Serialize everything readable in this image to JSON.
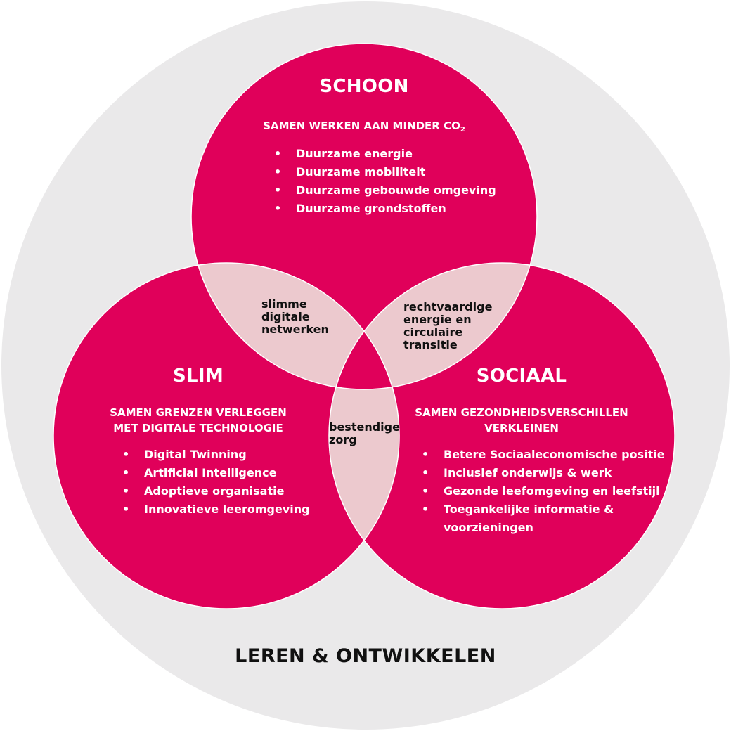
{
  "colors": {
    "outer_circle": "#eae9ea",
    "main_circle": "#e0005a",
    "overlap": "#ecc9ce",
    "stroke": "#ffffff"
  },
  "outer_label": "LEREN & ONTWIKKELEN",
  "schoon": {
    "title": "SCHOON",
    "subtitle": "SAMEN WERKEN AAN MINDER CO",
    "subtitle_sub": "2",
    "items": [
      "Duurzame energie",
      "Duurzame mobiliteit",
      "Duurzame gebouwde omgeving",
      "Duurzame grondstoffen"
    ]
  },
  "slim": {
    "title": "SLIM",
    "subtitle_lines": [
      "SAMEN GRENZEN VERLEGGEN",
      "MET DIGITALE TECHNOLOGIE"
    ],
    "items": [
      "Digital Twinning",
      "Artificial Intelligence",
      "Adoptieve organisatie",
      "Innovatieve leeromgeving"
    ]
  },
  "sociaal": {
    "title": "SOCIAAL",
    "subtitle_lines": [
      "SAMEN GEZONDHEIDSVERSCHILLEN",
      "VERKLEINEN"
    ],
    "items": [
      "Betere Sociaaleconomische positie",
      "Inclusief onderwijs & werk",
      "Gezonde leefomgeving en leefstijl",
      "Toegankelijke informatie &",
      "voorzieningen"
    ]
  },
  "overlaps": {
    "schoon_slim": [
      "slimme",
      "digitale",
      "netwerken"
    ],
    "schoon_sociaal": [
      "rechtvaardige",
      "energie en",
      "circulaire",
      "transitie"
    ],
    "slim_sociaal": [
      "bestendige",
      "zorg"
    ]
  }
}
